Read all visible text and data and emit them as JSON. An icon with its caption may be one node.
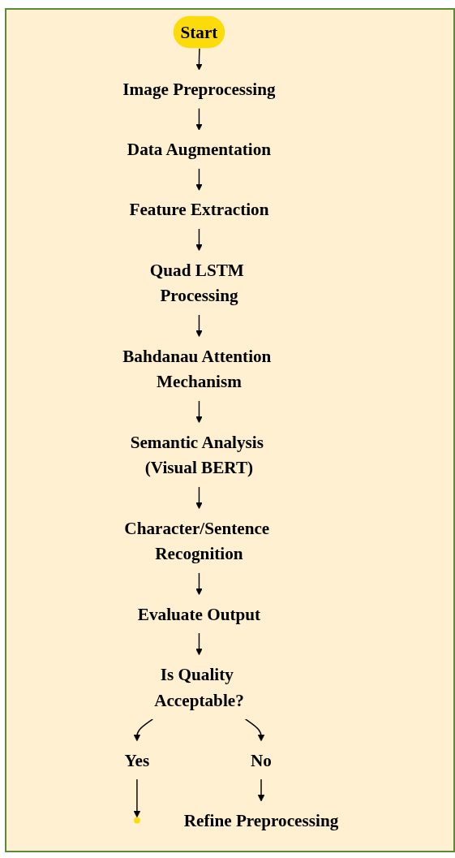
{
  "diagram": {
    "nodes": [
      {
        "text": [
          "Start"
        ]
      },
      {
        "text": [
          "Image Preprocessing"
        ]
      },
      {
        "text": [
          "Data Augmentation"
        ]
      },
      {
        "text": [
          "Feature Extraction"
        ]
      },
      {
        "text": [
          "Quad LSTM Processing"
        ]
      },
      {
        "text": [
          "Bahdanau Attention Mechanism"
        ]
      },
      {
        "text": [
          "Semantic Analysis (Visual BERT)"
        ]
      },
      {
        "text": [
          "Character/Sentence Recognition"
        ]
      },
      {
        "text": [
          "Evaluate Output"
        ]
      },
      {
        "text": [
          "Is Quality Acceptable?"
        ]
      },
      {
        "text": [
          "Yes"
        ]
      },
      {
        "text": [
          "No"
        ]
      },
      {
        "text": [],
        "shape": "circle"
      },
      {
        "text": [
          "Refine Preprocessing"
        ]
      }
    ],
    "edges": [
      {
        "from": 0,
        "to": 1,
        "arrow": "to"
      },
      {
        "from": 1,
        "to": 2,
        "arrow": "to"
      },
      {
        "from": 2,
        "to": 3,
        "arrow": "to"
      },
      {
        "from": 3,
        "to": 4,
        "arrow": "to"
      },
      {
        "from": 4,
        "to": 5,
        "arrow": "to"
      },
      {
        "from": 5,
        "to": 6,
        "arrow": "to"
      },
      {
        "from": 6,
        "to": 7,
        "arrow": "to"
      },
      {
        "from": 7,
        "to": 8,
        "arrow": "to"
      },
      {
        "from": 8,
        "to": 9,
        "arrow": "to"
      },
      {
        "from": 9,
        "to": 10,
        "arrow": "to"
      },
      {
        "from": 9,
        "to": 11,
        "arrow": "to"
      },
      {
        "from": 10,
        "to": 12,
        "arrow": "to"
      },
      {
        "from": 11,
        "to": 13,
        "arrow": "to"
      }
    ]
  }
}
